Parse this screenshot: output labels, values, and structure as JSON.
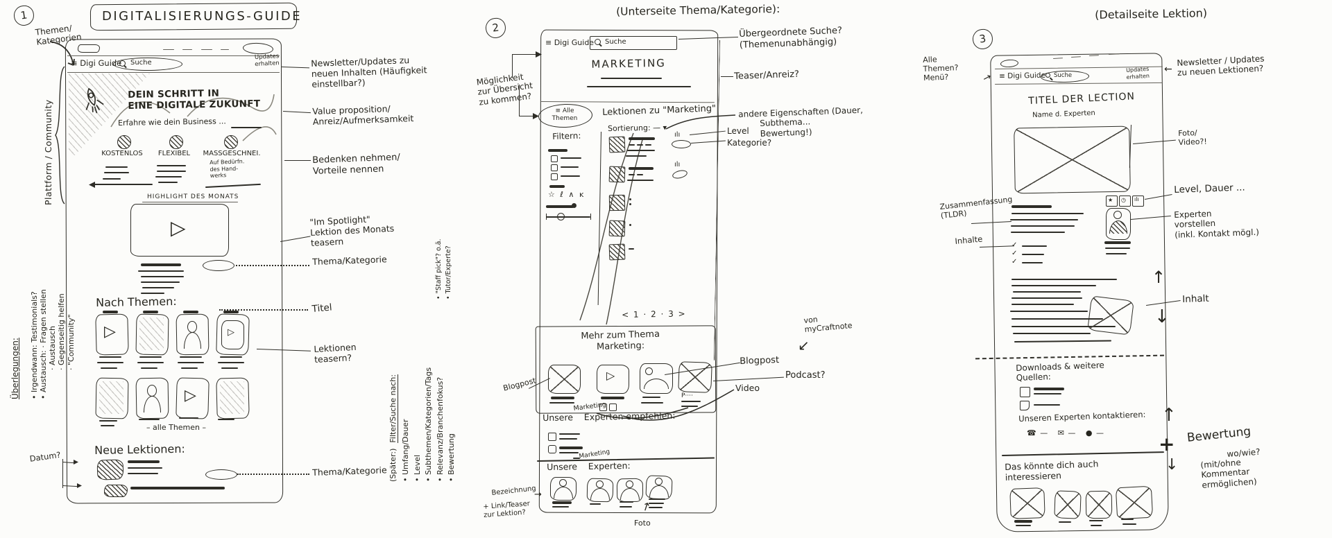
{
  "glyphs": {
    "menu": "≡",
    "caret": "▾",
    "play": "▷",
    "check": "✓",
    "arrow_up": "↑",
    "arrow_down": "↓",
    "arrow_left": "←",
    "arrow_right": "→",
    "arrow_down_left": "↙",
    "plus": "+"
  },
  "panel1": {
    "num": "1",
    "title": "DIGITALISIERUNGS-GUIDE",
    "themen_kategorien": "Themen/\nKategorien",
    "plattform": "Plattform / Community",
    "ueberlegungen": "Überlegungen:",
    "ueberlegungen_items": "• Irgendwann:  Testimonials?\n• Austausch: · Fragen stellen\n            · Austausch\n            · Gegenseitig helfen\n            · \"Community\"",
    "datum": "Datum?",
    "nav_brand": "≡ Digi Guide",
    "nav_search": "Suche",
    "nav_updates": "Updates\nerhalten",
    "hero_title": "DEIN SCHRITT IN\nEINE DIGITALE ZUKUNFT",
    "hero_sub": "Erfahre wie dein Business ...",
    "b1": "KOSTENLOS",
    "b2": "FLEXIBEL",
    "b3": "MASSGESCHNEI.",
    "b3sub": "Auf Bedürfn.\ndes Hand-\nwerks",
    "highlight": "HIGHLIGHT DES MONATS",
    "nach_themen": "Nach Themen:",
    "alle_themen": "– alle Themen –",
    "neue_lektionen": "Neue Lektionen:",
    "a_newsletter": "Newsletter/Updates zu\nneuen Inhalten (Häufigkeit\neinstellbar?)",
    "a_value": "Value proposition/\nAnreiz/Aufmerksamkeit",
    "a_bedenken": "Bedenken nehmen/\nVorteile nennen",
    "a_spotlight": "\"Im Spotlight\"\nLektion des Monats\nteasern",
    "a_thema1": "Thema/Kategorie",
    "a_titel": "Titel",
    "a_teasern": "Lektionen\nteasern?",
    "a_thema2": "Thema/Kategorie"
  },
  "panel2": {
    "num": "2",
    "title": "(Unterseite Thema/Kategorie):",
    "a_suche": "Übergeordnete Suche?\n(Themenunabhängig)",
    "a_teaser": "Teaser/Anreiz?",
    "a_moeglichkeit": "Möglichkeit\nzur Übersicht\nzu kommen?",
    "nav_brand": "≡ Digi Guide",
    "nav_search": "Suche",
    "page_title": "MARKETING",
    "pill_alle": "≡ Alle\nThemen",
    "lektionen_zu": "Lektionen zu \"Marketing\"",
    "sortierung": "Sortierung:  —  ▾",
    "filtern": "Filtern:",
    "filter_icons": "☆ ℓ ∧ ĸ",
    "level_icon": "ılı",
    "a_eigenschaften": "andere Eigenschaften (Dauer,\n        Subthema...\n        Bewertung!)",
    "a_level": "Level",
    "a_kategorie": "Kategorie?",
    "pagination": "<  1 · 2 · 3  >",
    "mehr_zum_thema": "Mehr zum Thema\nMarketing:",
    "podcast_p": "P····",
    "a_blogpost_l": "Blogpost",
    "a_blogpost_r": "Blogpost",
    "a_podcast": "Podcast?",
    "a_video": "Video",
    "a_mycraftnote": "von\nmyCraftnote",
    "empfehlen_insert": "Marketing",
    "empfehlen": "Unsere    Experten empfehlen:",
    "experten_insert": "Marketing",
    "experten": "Unsere    Experten:",
    "a_bezeichnung": "Bezeichnung",
    "a_link_teaser": "+ Link/Teaser\nzur Lektion?",
    "a_foto": "Foto",
    "spaeter": "(Später:)",
    "filter_nach": "Filter/Suche nach:",
    "filter_list": "• Umfang/Dauer\n• Level\n• Subthemen/Kategorien/Tags\n• Relevanz/Branchenfokus?\n• Bewertung",
    "filter_note": "• \"Staff pick\"? o.ä.\n• Tutor/Experte?"
  },
  "panel3": {
    "num": "3",
    "title": "(Detailseite Lektion)",
    "a_menue": "Alle\nThemen?\nMenü?",
    "a_newsletter": "Newsletter / Updates\nzu neuen Lektionen?",
    "nav_brand": "≡ Digi Guide",
    "nav_search": "Suche",
    "nav_updates": "Updates\nerhalten",
    "lesson_title": "TITEL DER LECTION",
    "expert_name": "Name d. Experten",
    "a_foto_video": "Foto/\nVideo?!",
    "meta_star": "★",
    "meta_clock": "◷",
    "meta_bars": "ılı",
    "a_level_dauer": "Level, Dauer ...",
    "a_experten": "Experten\nvorstellen\n(inkl. Kontakt mögl.)",
    "a_zusammenfassung": "Zusammenfassung\n(TLDR)",
    "a_inhalte": "Inhalte",
    "a_inhalt": "Inhalt",
    "downloads": "Downloads & weitere\nQuellen:",
    "kontakt": "Unseren Experten kontaktieren:",
    "contact_icons": "☎ —   ✉ —   ● —",
    "das_koennte": "Das könnte dich auch\ninteressieren",
    "bewertung": "Bewertung",
    "wo_wie": "wo/wie?",
    "kommentar": "(mit/ohne\nKommentar\nermöglichen)"
  }
}
